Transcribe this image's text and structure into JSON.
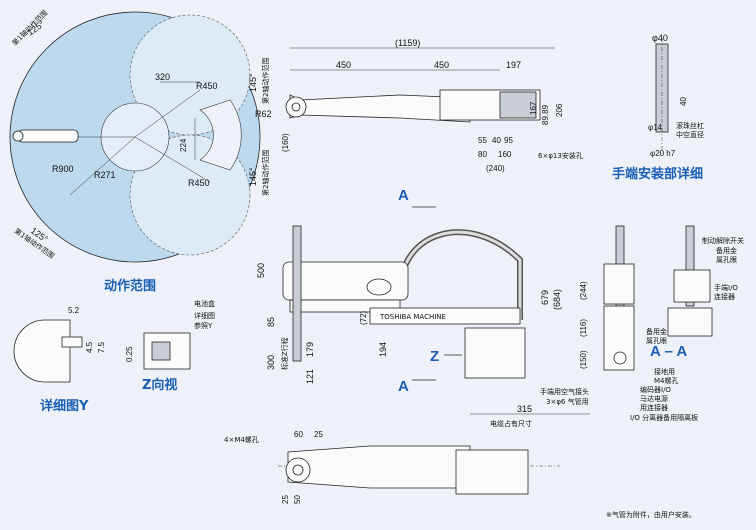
{
  "titles": {
    "motion_range": "动作范围",
    "hand_detail": "手端安装部详细",
    "detail_y": "详细图Y",
    "z_view": "Z向视",
    "section_aa": "A – A",
    "arrow_a": "A",
    "arrow_z": "Z"
  },
  "range_view": {
    "r_outer": "R900",
    "r_inner": "R271",
    "r450_top": "R450",
    "r450_bottom": "R450",
    "d320": "320",
    "d224": "224",
    "angle_top": "125°",
    "angle_bottom": "125°",
    "angle_left1": "145°",
    "angle_left2": "145°",
    "axis1_top": "第1轴动作范围",
    "axis1_bottom": "第1轴动作范围",
    "axis2_top": "第2轴动作范围",
    "axis2_bottom": "第2轴动作范围"
  },
  "top_view": {
    "total": "(1159)",
    "d450a": "450",
    "d450b": "450",
    "d197": "197",
    "r62": "R62",
    "d160": "(160)",
    "d167": "167",
    "d89": "89.89",
    "d206": "206",
    "d55": "55",
    "d40": "40",
    "d95": "95",
    "d80": "80",
    "d160b": "160",
    "d240": "(240)",
    "holes": "6×φ13安装孔"
  },
  "hand_view": {
    "d40": "φ40",
    "d40v": "40",
    "d14": "φ14",
    "ballscrew": "滚珠丝杠",
    "hollow": "中空直径",
    "d20": "φ20 h7"
  },
  "side_view": {
    "d500": "500",
    "d85": "85",
    "d72": "(72)",
    "d300": "300",
    "d179": "179",
    "d121": "121",
    "d194": "194",
    "d679": "679",
    "d684": "(684)",
    "d315": "315",
    "cable": "电缆占有尺寸",
    "limit": "标准Z行程",
    "air_joint": "手端用空气接头",
    "air_tube": "3×φ6 气管用",
    "brand": "TOSHIBA MACHINE"
  },
  "aa_view": {
    "brake": "制动解除开关",
    "spare_hole": "备用金",
    "spare_hole2": "属孔眼",
    "hand_io": "手端I/O",
    "hand_io2": "连接器",
    "spare_hole3": "备用金",
    "spare_hole4": "属孔眼",
    "d244": "(244)",
    "d116": "(116)",
    "d150": "(150)",
    "ground": "接地用",
    "m4": "M4螺孔",
    "encoder1": "编码器I/O",
    "encoder2": "马达电源",
    "encoder3": "用连接器",
    "io_sep": "I/O 分离器备用隔离板"
  },
  "detail_y": {
    "d52": "5.2",
    "d45": "4.5",
    "d75": "7.5",
    "battery": "电池盒",
    "detail": "详细图",
    "ref": "参照Y",
    "d025": "0.25"
  },
  "bottom_view": {
    "holes": "4×M4螺孔",
    "d60": "60",
    "d25": "25",
    "d25b": "25",
    "d50": "50"
  },
  "footnote": "※气管为附件，由用户安装。"
}
